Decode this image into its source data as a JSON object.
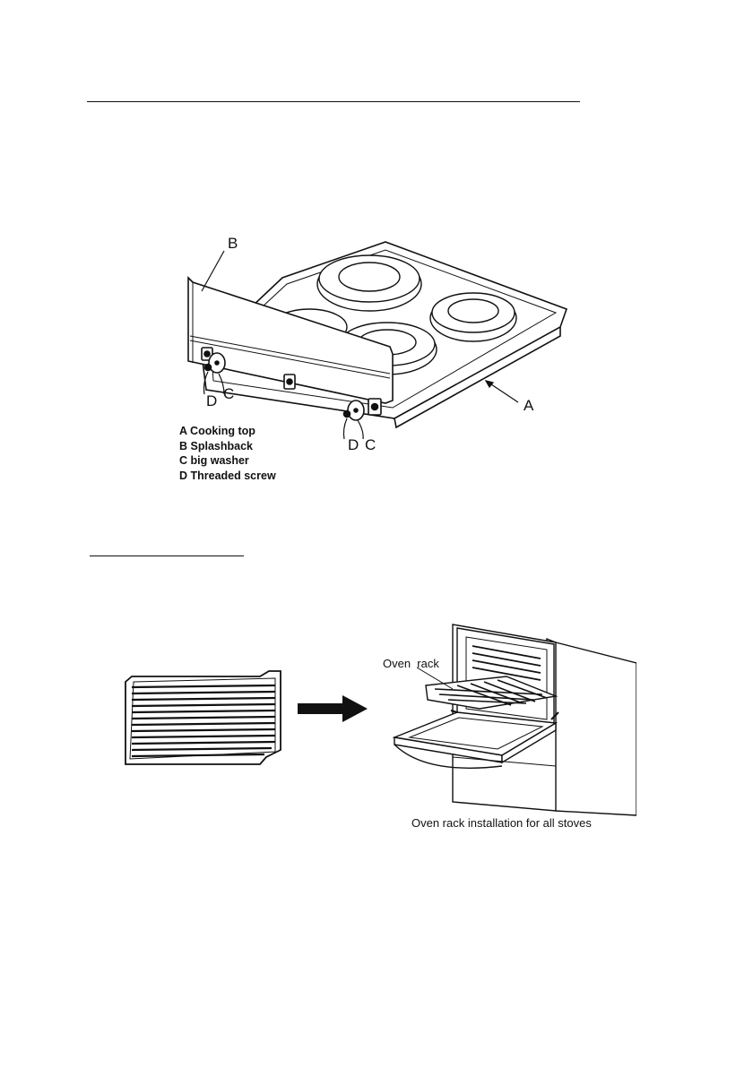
{
  "figure1": {
    "callouts": {
      "a": "A",
      "b": "B",
      "c": "C",
      "d": "D"
    },
    "legend": [
      "A Cooking top",
      "B Splashback",
      "C big washer",
      "D Threaded screw"
    ]
  },
  "figure2": {
    "oven_rack_label": "Oven  rack",
    "caption": "Oven rack installation for all stoves"
  }
}
